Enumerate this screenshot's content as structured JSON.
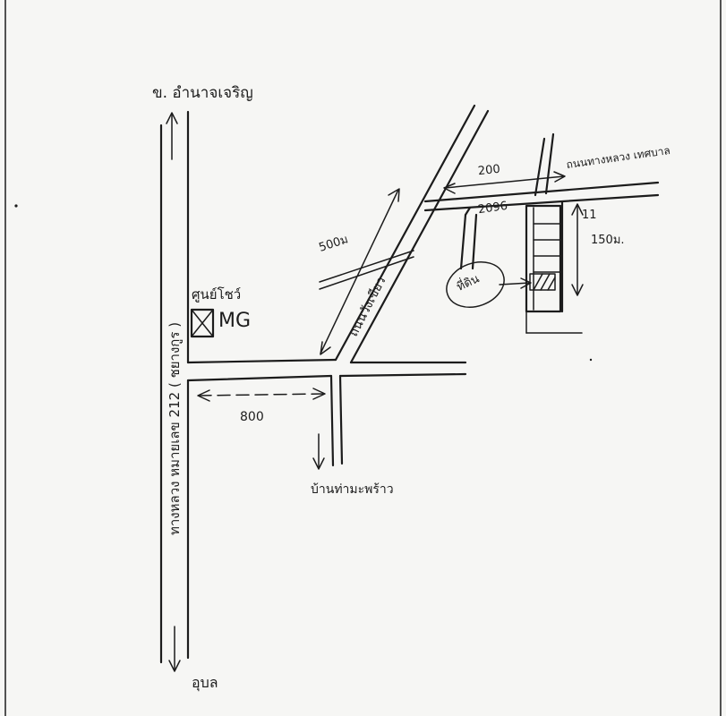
{
  "map": {
    "labels": {
      "top_destination": "ข. อำนาจเจริญ",
      "bottom_destination": "อุบล",
      "highway": "ทางหลวง หมายเลข 212 ( ชยางกูร )",
      "landmark": "ศูนย์โชว์",
      "landmark_brand": "MG",
      "mid_road": "ถนนวังเขียว",
      "distance_diag": "500ม",
      "distance_lower": "800",
      "south_destination": "บ้านท่ามะพร้าว",
      "top_right_road": "ถนนทางหลวง เทศบาล",
      "distance_top": "200",
      "junction_code": "2096",
      "parcel_number": "11",
      "distance_right": "150ม.",
      "site": "ที่ดิน"
    }
  }
}
